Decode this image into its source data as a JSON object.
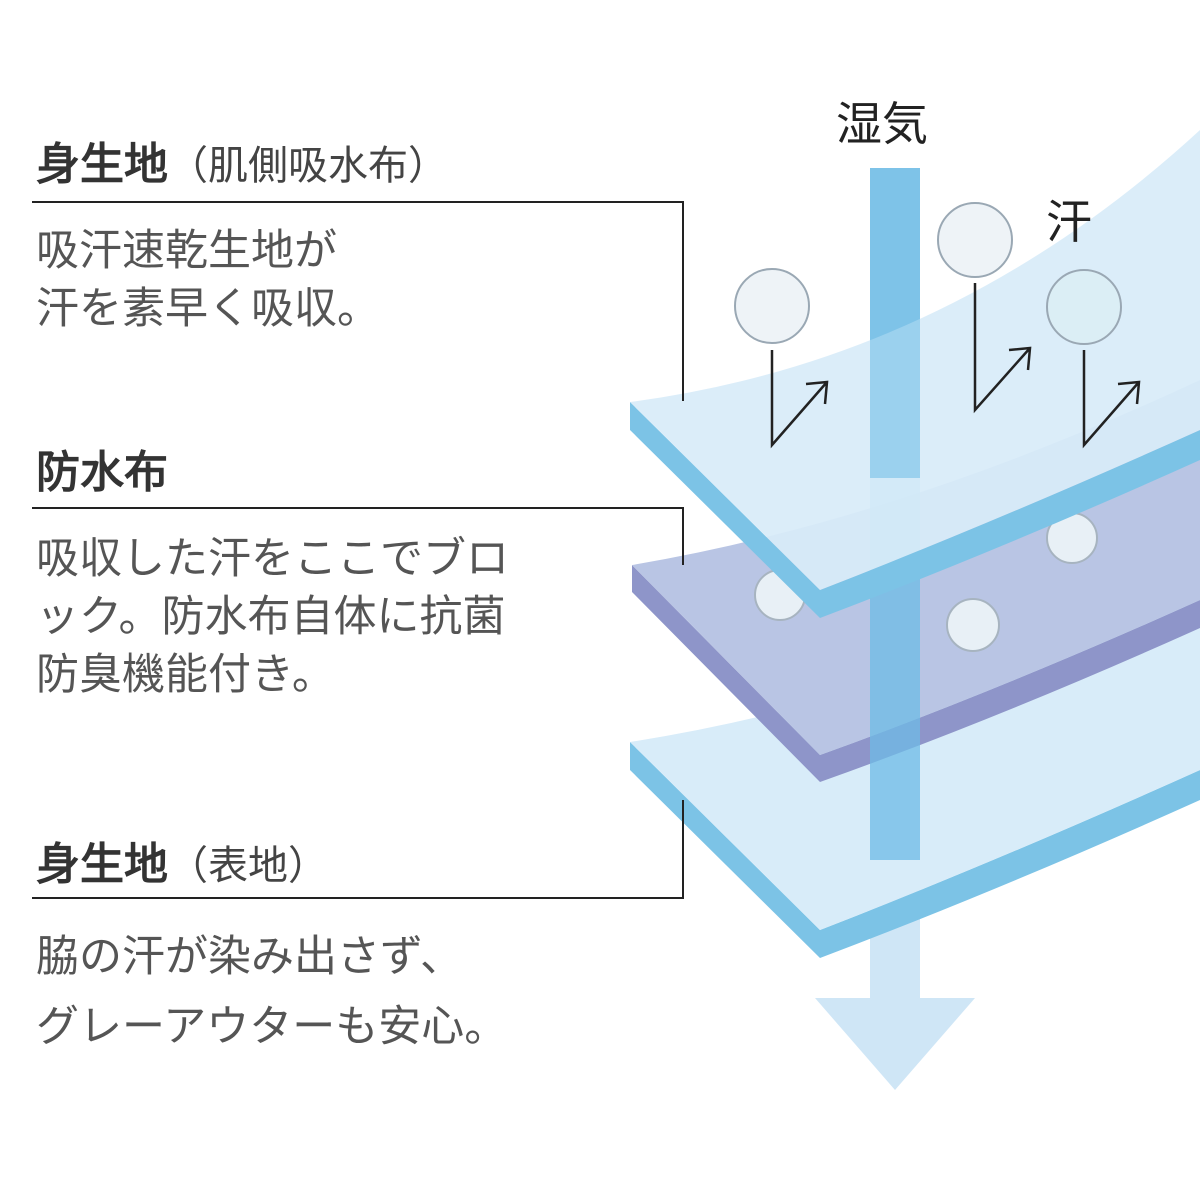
{
  "sections": [
    {
      "title": "身生地",
      "subtitle": "（肌側吸水布）",
      "lines": [
        "吸汗速乾生地が",
        "汗を素早く吸収。"
      ]
    },
    {
      "title": "防水布",
      "subtitle": "",
      "lines": [
        "吸収した汗をここでブロ",
        "ック。防水布自体に抗菌",
        "防臭機能付き。"
      ]
    },
    {
      "title": "身生地",
      "subtitle": "（表地）",
      "lines": [
        "脇の汗が染み出さず、",
        "グレーアウターも安心。"
      ]
    }
  ],
  "diagram": {
    "moisture_label": "湿気",
    "sweat_label": "汗",
    "colors": {
      "layer_light": "#d8ecf9",
      "layer_edge": "#7cc3e6",
      "layer_purple": "#b9c5e4",
      "layer_purple_edge": "#8e95c9",
      "moisture_bar": "#6dbbe5"
    }
  }
}
